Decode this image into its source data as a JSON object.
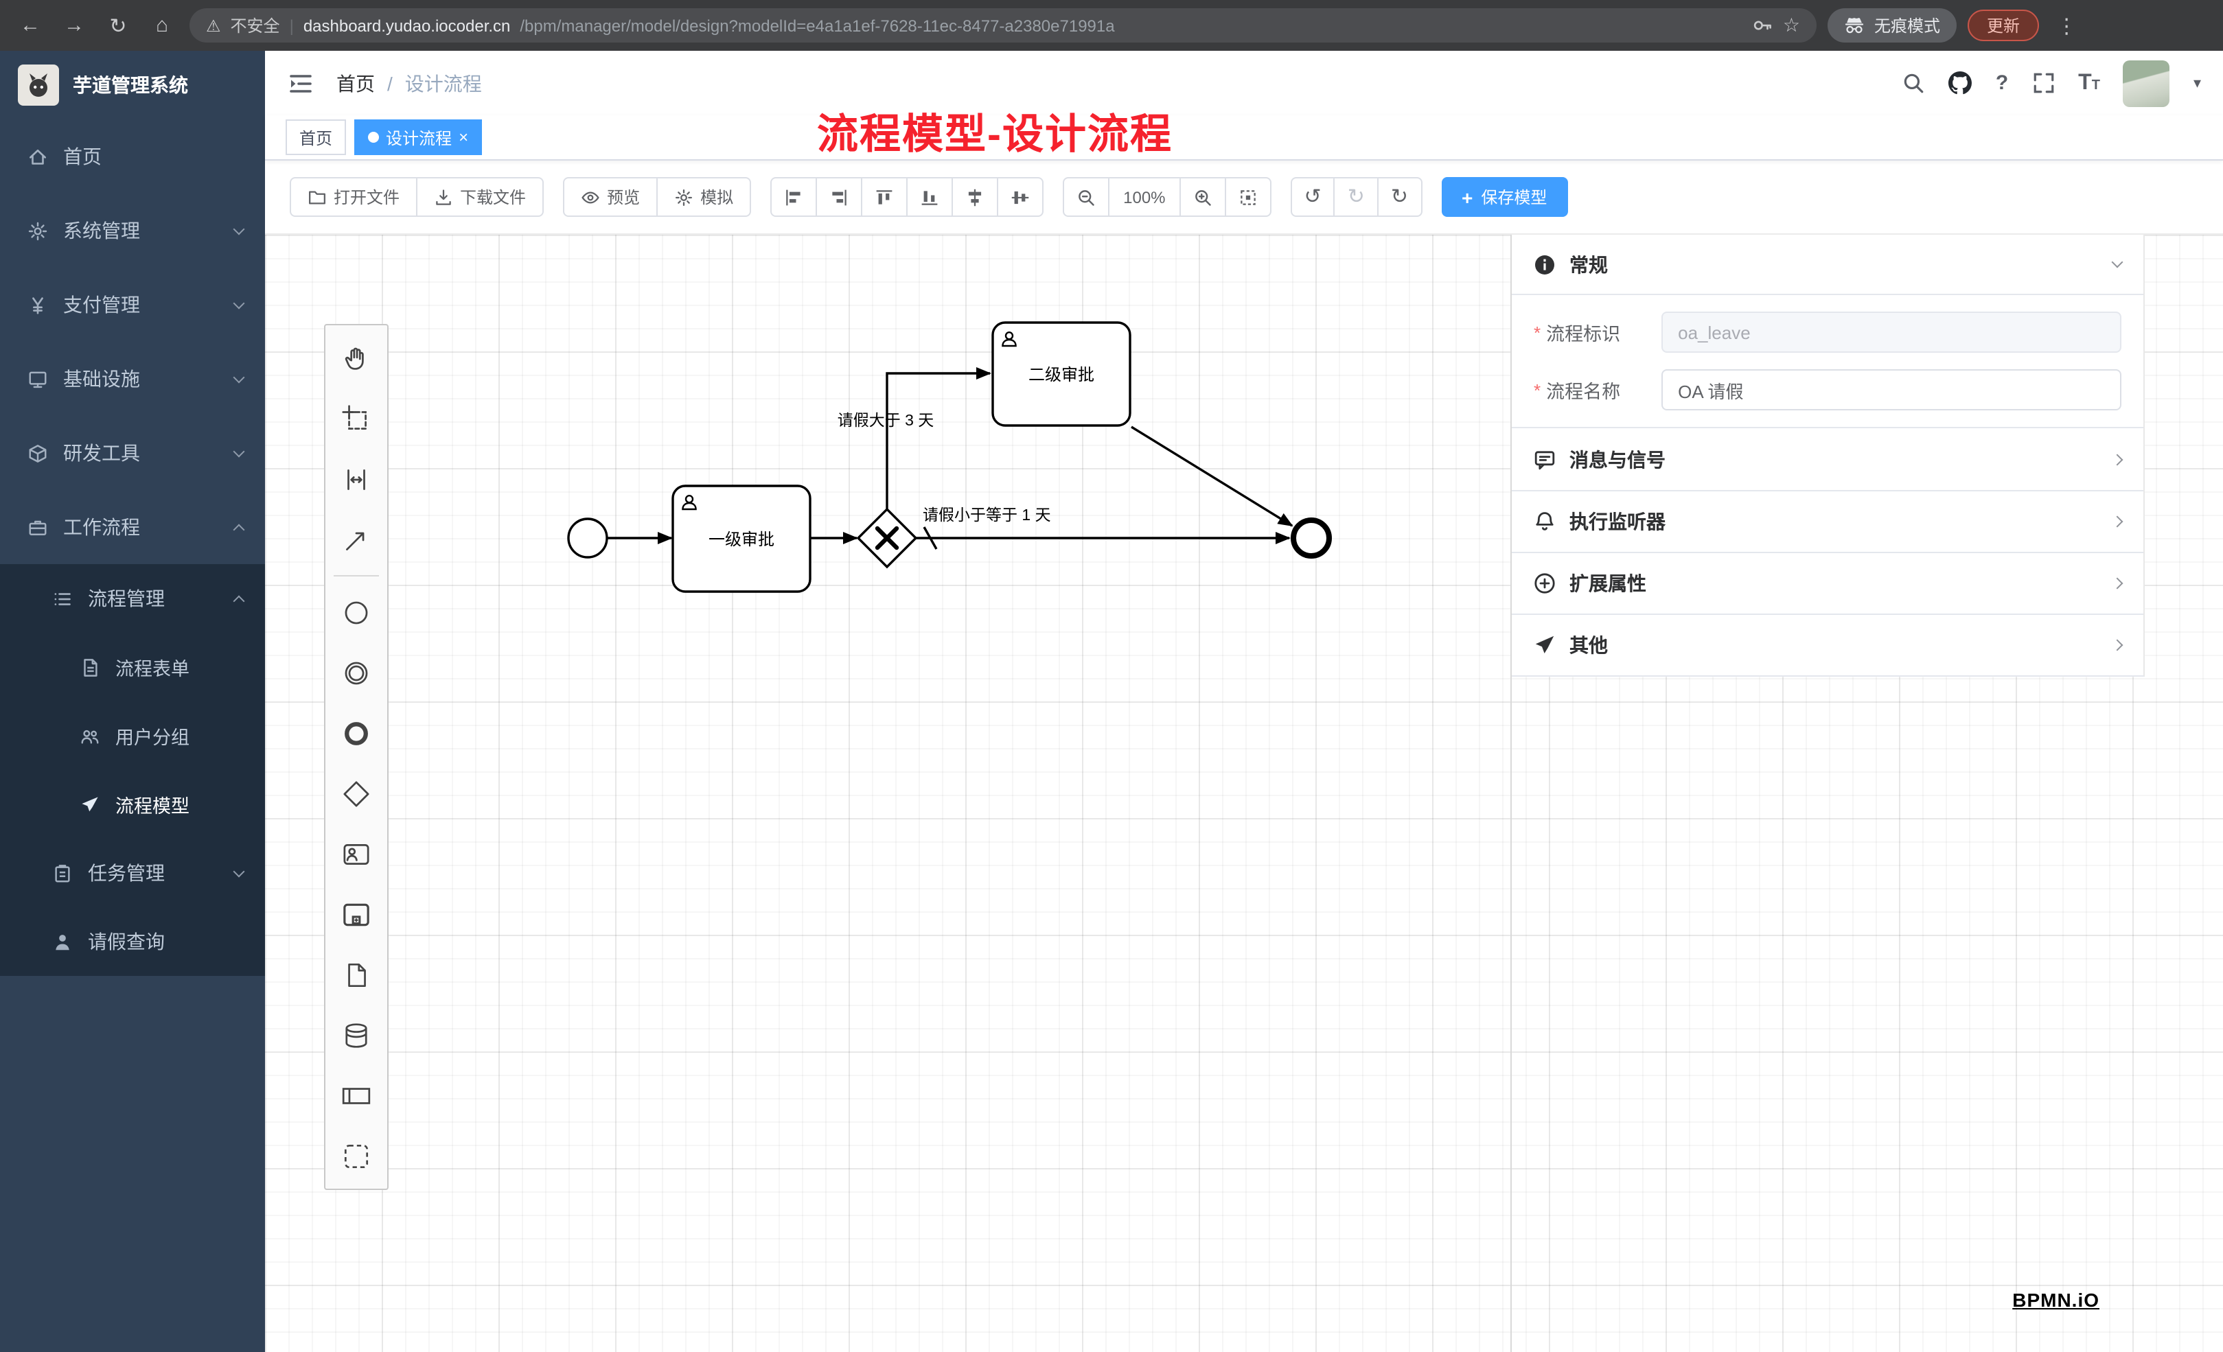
{
  "colors": {
    "accent": "#409eff",
    "sidebar_bg": "#304156",
    "submenu_bg": "#1f2d3d",
    "annotation_red": "#f5222d",
    "tab_active": "#409eff"
  },
  "icons": {
    "back": "←",
    "forward": "→",
    "reload": "↻",
    "home": "⌂",
    "warning": "⚠",
    "url_separator": "|",
    "star": "☆",
    "kebab": "⋮",
    "caret": "▾",
    "question": "?",
    "undo": "↺",
    "redo": "↻",
    "restart": "↻",
    "plus": "+",
    "close": "×",
    "text_size_big": "T",
    "text_size_small": "T"
  },
  "browser": {
    "security": "不安全",
    "url_domain": "dashboard.yudao.iocoder.cn",
    "url_path": "/bpm/manager/model/design?modelId=e4a1a1ef-7628-11ec-8477-a2380e71991a",
    "incognito": "无痕模式",
    "update": "更新"
  },
  "sidebar": {
    "title": "芋道管理系统",
    "items": [
      {
        "label": "首页"
      },
      {
        "label": "系统管理"
      },
      {
        "label": "支付管理"
      },
      {
        "label": "基础设施"
      },
      {
        "label": "研发工具"
      },
      {
        "label": "工作流程"
      }
    ],
    "submenu": {
      "group": "流程管理",
      "children": [
        {
          "label": "流程表单"
        },
        {
          "label": "用户分组"
        },
        {
          "label": "流程模型",
          "active": true
        }
      ],
      "tasks_group": "任务管理",
      "leave_query": "请假查询"
    }
  },
  "header": {
    "breadcrumb": [
      "首页",
      "设计流程"
    ],
    "breadcrumb_separator": "/",
    "annotation": "流程模型-设计流程"
  },
  "tabs": [
    {
      "label": "首页",
      "active": false
    },
    {
      "label": "设计流程",
      "active": true
    }
  ],
  "toolbar": {
    "open": "打开文件",
    "download": "下载文件",
    "preview": "预览",
    "simulate": "模拟",
    "zoom_level": "100%",
    "save": "保存模型"
  },
  "diagram": {
    "task_first": "一级审批",
    "task_second": "二级审批",
    "condition_gt": "请假大于 3 天",
    "condition_lte": "请假小于等于 1 天"
  },
  "panel": {
    "general_title": "常规",
    "required_marker": "*",
    "fields": [
      {
        "label": "流程标识",
        "value": "oa_leave",
        "required": true,
        "disabled": true
      },
      {
        "label": "流程名称",
        "value": "OA 请假",
        "required": true,
        "disabled": false
      }
    ],
    "sections": [
      {
        "label": "消息与信号"
      },
      {
        "label": "执行监听器"
      },
      {
        "label": "扩展属性"
      },
      {
        "label": "其他"
      }
    ]
  },
  "watermark": "BPMN.iO"
}
